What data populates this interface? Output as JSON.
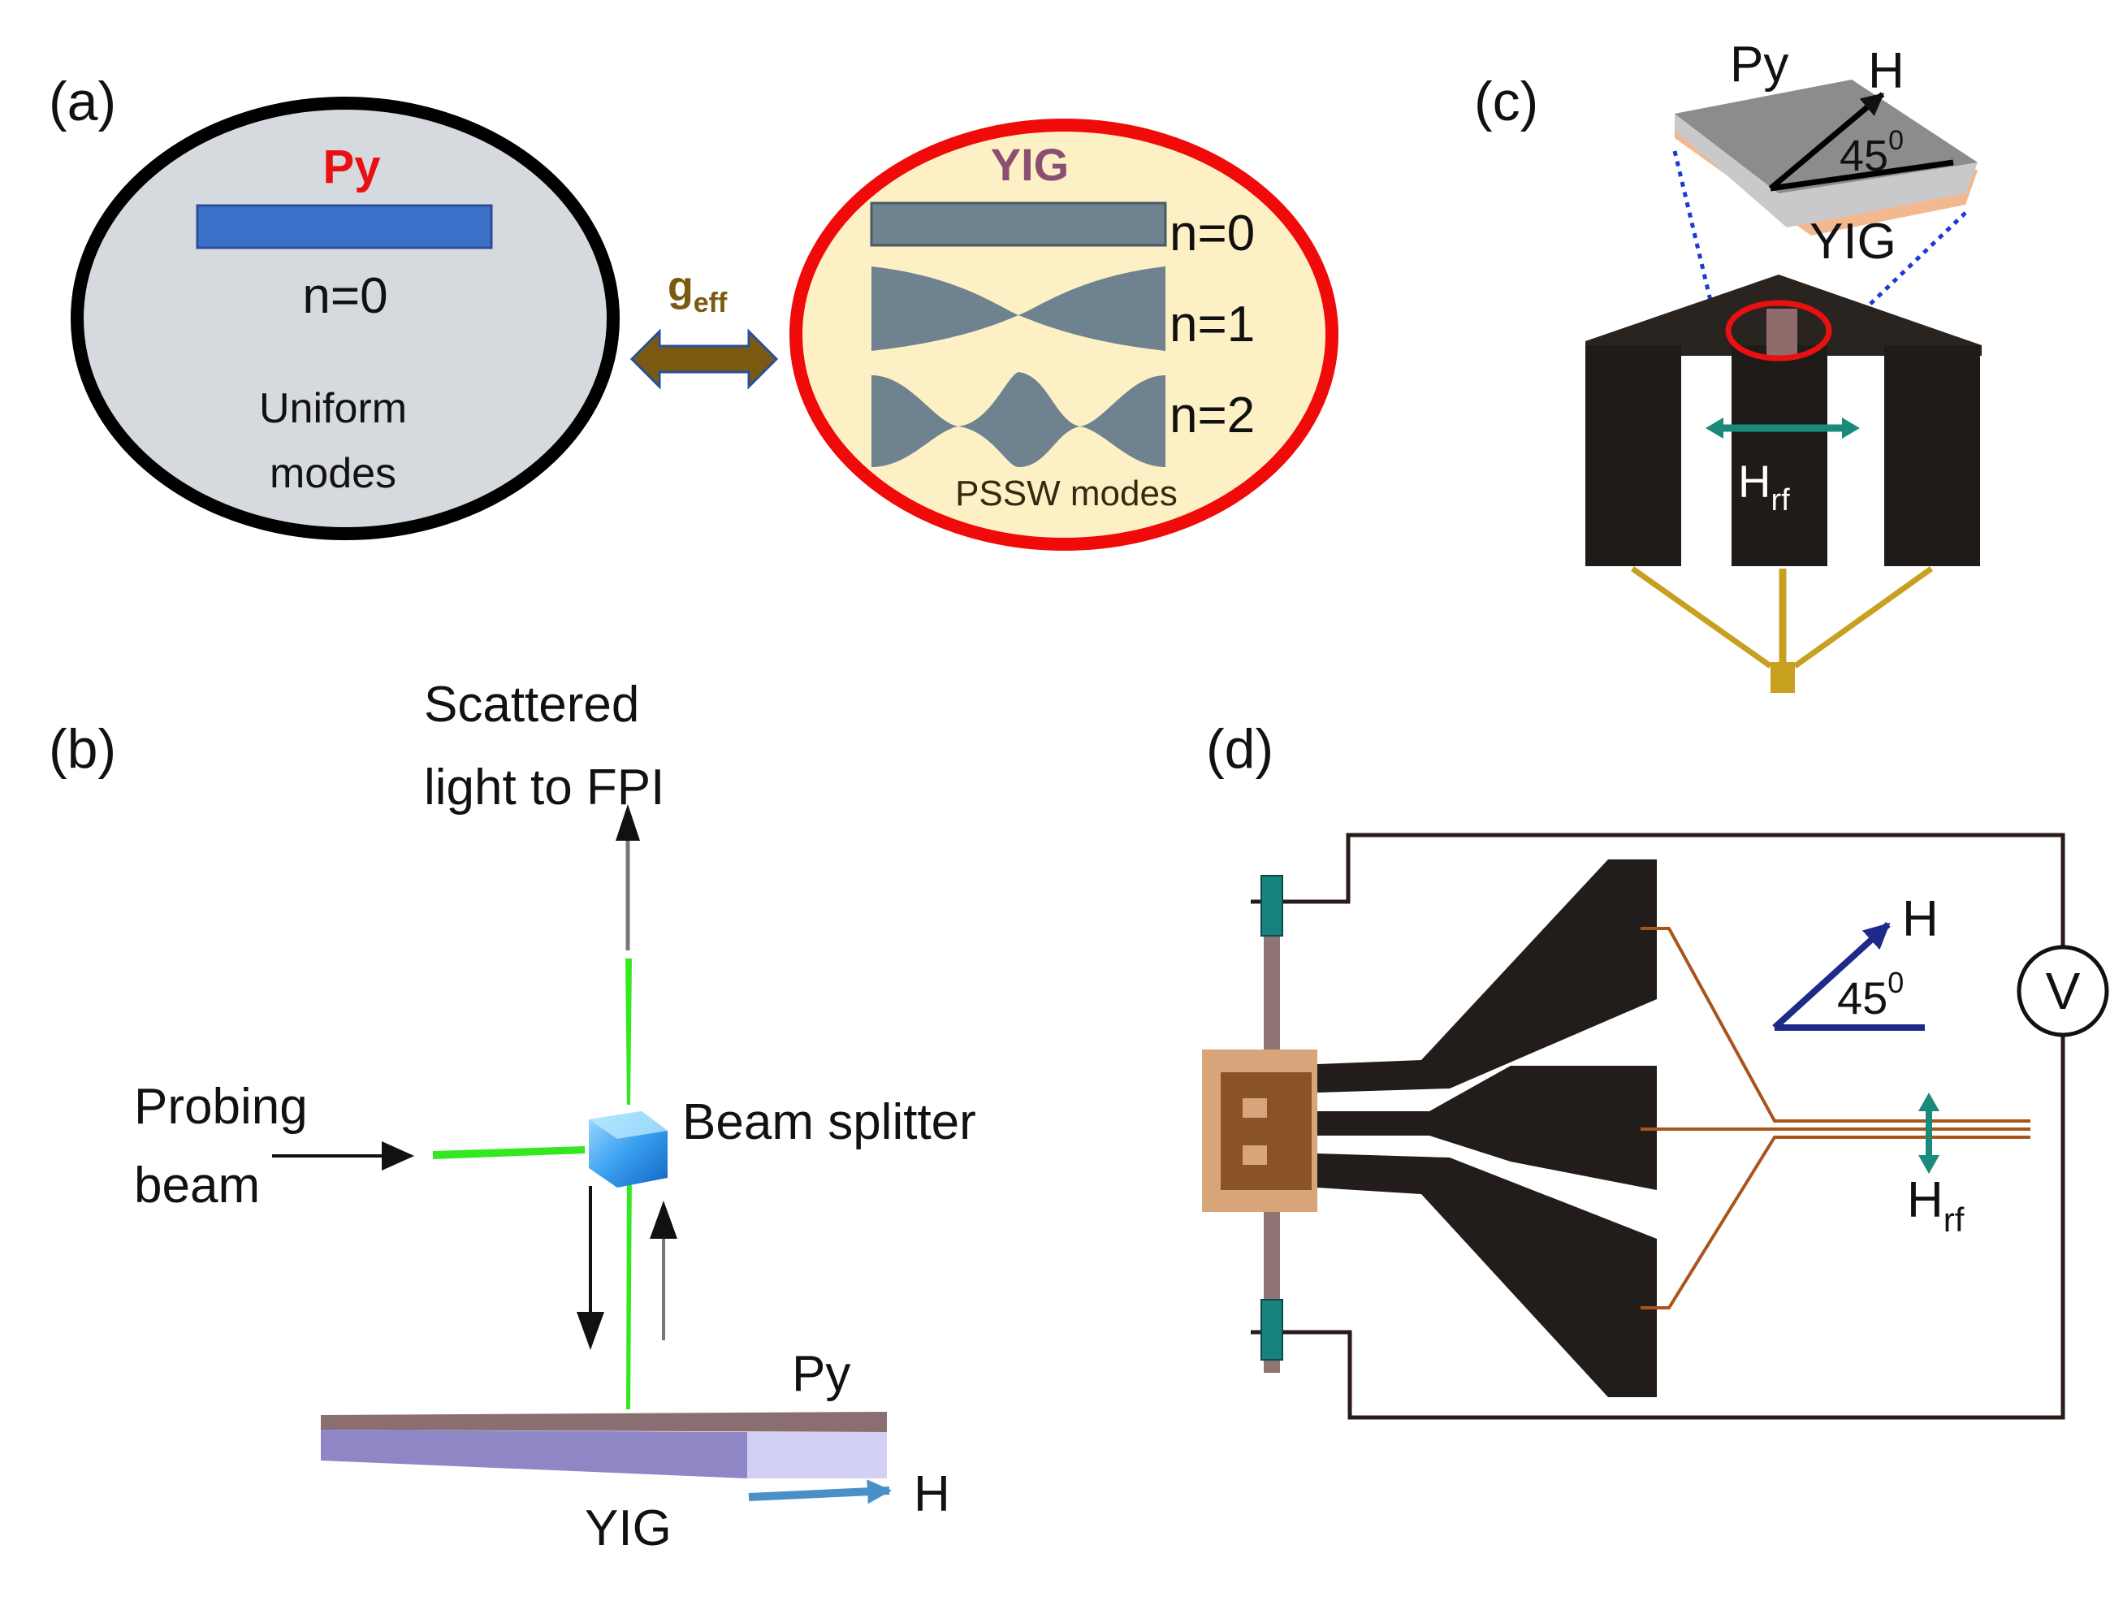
{
  "colors": {
    "py_label": "#e81010",
    "yig_label": "#8a4f72",
    "g_eff": "#7a5a10",
    "py_bar": "#3b6fc8",
    "mode_fill": "#6e8290",
    "yig_ellipse_fill": "#fdf0c4",
    "py_ellipse_fill": "#d6d9de",
    "yig_ellipse_stroke": "#f00a0a",
    "laser": "#33e81e",
    "waveguide": "#2a2420",
    "field_arrow": "#1e2a8a",
    "hrf_arrow": "#1a8a7a",
    "wire": "#a8541b"
  },
  "panel_a": {
    "label": "(a)",
    "py_title": "Py",
    "py_mode": "n=0",
    "py_caption_line1": "Uniform",
    "py_caption_line2": "modes",
    "coupling_main": "g",
    "coupling_sub": "eff",
    "yig_title": "YIG",
    "yig_modes": [
      "n=0",
      "n=1",
      "n=2"
    ],
    "yig_caption": "PSSW modes"
  },
  "panel_b": {
    "label": "(b)",
    "scatter_line1": "Scattered",
    "scatter_line2": "light to FPI",
    "probe_line1": "Probing",
    "probe_line2": "beam",
    "splitter": "Beam splitter",
    "py": "Py",
    "yig": "YIG",
    "field": "H"
  },
  "panel_c": {
    "label": "(c)",
    "py": "Py",
    "field": "H",
    "angle": "45",
    "angle_sup": "0",
    "yig": "YIG",
    "hrf_main": "H",
    "hrf_sub": "rf"
  },
  "panel_d": {
    "label": "(d)",
    "field": "H",
    "angle": "45",
    "angle_sup": "0",
    "voltmeter": "V",
    "hrf_main": "H",
    "hrf_sub": "rf"
  }
}
